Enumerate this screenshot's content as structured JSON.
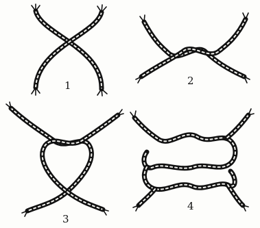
{
  "panels": [
    {
      "id": "1",
      "label": "1"
    },
    {
      "id": "2",
      "label": "2"
    },
    {
      "id": "3",
      "label": "3"
    },
    {
      "id": "4",
      "label": "4"
    }
  ]
}
